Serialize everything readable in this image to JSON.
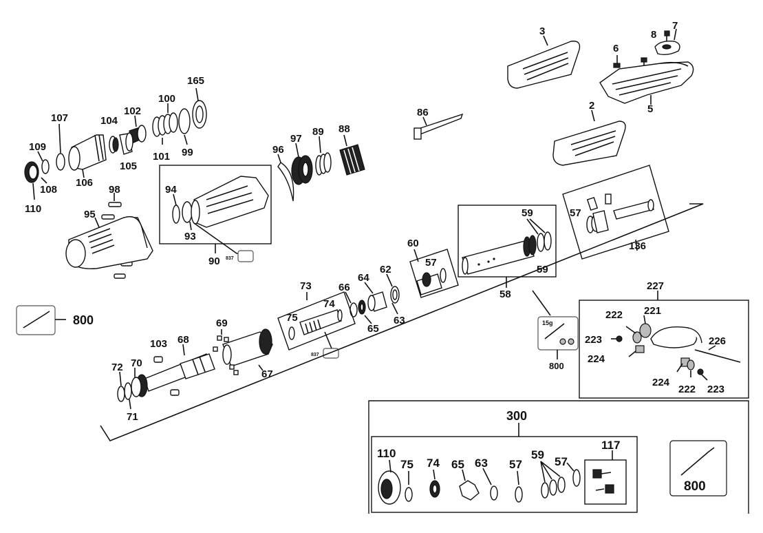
{
  "diagram": {
    "labels": {
      "p3": "3",
      "p7": "7",
      "p8": "8",
      "p6": "6",
      "p5": "5",
      "p2": "2",
      "p86": "86",
      "p165": "165",
      "p107": "107",
      "p100": "100",
      "p102": "102",
      "p104": "104",
      "p109": "109",
      "p108": "108",
      "p110": "110",
      "p106": "106",
      "p105": "105",
      "p101": "101",
      "p99": "99",
      "p96": "96",
      "p97": "97",
      "p89": "89",
      "p88": "88",
      "p98": "98",
      "p95": "95",
      "p94": "94",
      "p93": "93",
      "p90": "90",
      "p837a": "837",
      "p59a": "59",
      "p59b": "59",
      "p57a": "57",
      "p136": "136",
      "p60": "60",
      "p57b": "57",
      "p58": "58",
      "p62": "62",
      "p64": "64",
      "p66": "66",
      "p63a": "63",
      "p65a": "65",
      "p73": "73",
      "p74a": "74",
      "p75a": "75",
      "p837b": "837",
      "p800a": "800",
      "p69": "69",
      "p103": "103",
      "p68": "68",
      "p67": "67",
      "p72": "72",
      "p70": "70",
      "p71": "71",
      "p15g": "15g",
      "p800b": "800",
      "p227": "227",
      "p221": "221",
      "p222a": "222",
      "p223a": "223",
      "p226": "226",
      "p224a": "224",
      "p224b": "224",
      "p222b": "222",
      "p223b": "223",
      "p300": "300",
      "p110b": "110",
      "p75b": "75",
      "p74b": "74",
      "p65b": "65",
      "p63b": "63",
      "p57c": "57",
      "p59c": "59",
      "p57d": "57",
      "p117": "117",
      "p800c": "800"
    }
  }
}
